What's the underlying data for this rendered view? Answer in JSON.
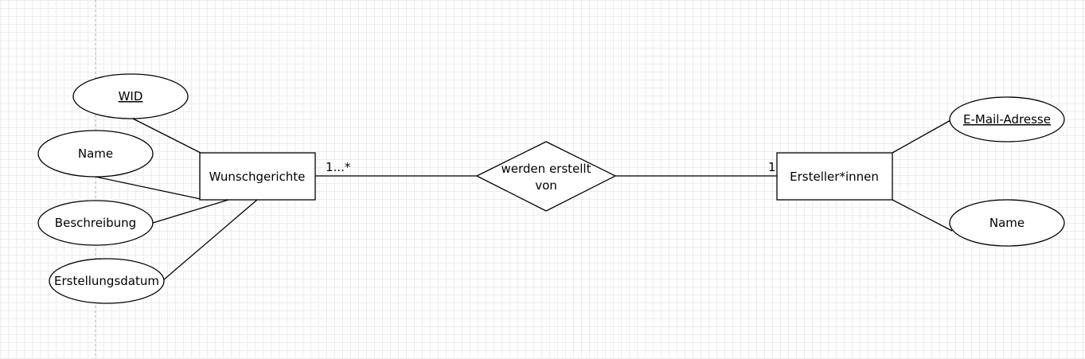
{
  "entities": {
    "wunschgerichte": "Wunschgerichte",
    "ersteller": "Ersteller*innen"
  },
  "relationship": {
    "line1": "werden erstellt",
    "line2": "von"
  },
  "attributes": {
    "wid": "WID",
    "name_left": "Name",
    "beschreibung": "Beschreibung",
    "erstellungsdatum": "Erstellungsdatum",
    "email": "E-Mail-Adresse",
    "name_right": "Name"
  },
  "cardinality": {
    "left": "1...*",
    "right": "1"
  }
}
